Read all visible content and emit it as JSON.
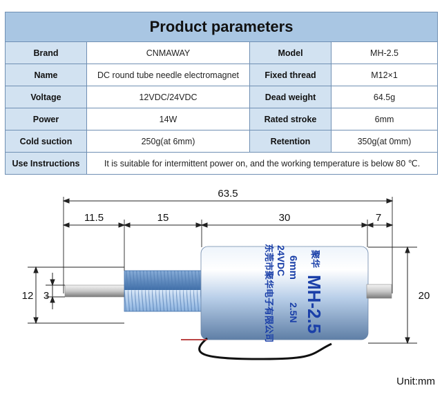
{
  "title": "Product parameters",
  "rows": [
    {
      "l1": "Brand",
      "v1": "CNMAWAY",
      "l2": "Model",
      "v2": "MH-2.5"
    },
    {
      "l1": "Name",
      "v1": "DC round tube needle electromagnet",
      "l2": "Fixed thread",
      "v2": "M12×1"
    },
    {
      "l1": "Voltage",
      "v1": "12VDC/24VDC",
      "l2": "Dead weight",
      "v2": "64.5g"
    },
    {
      "l1": "Power",
      "v1": "14W",
      "l2": "Rated stroke",
      "v2": "6mm"
    },
    {
      "l1": "Cold suction",
      "v1": "250g(at 6mm)",
      "l2": "Retention",
      "v2": "350g(at 0mm)"
    }
  ],
  "instructions": {
    "label": "Use Instructions",
    "text": "It is suitable for intermittent power on, and the working temperature is below 80 ℃."
  },
  "dimensions": {
    "overall": "63.5",
    "d1": "11.5",
    "d2": "15",
    "d3": "30",
    "d4": "7",
    "h_body": "20",
    "h_thread": "12",
    "h_shaft": "3"
  },
  "product_label": {
    "model": "MH-2.5",
    "voltage": "24VDC",
    "stroke": "6mm",
    "force": "2.5N",
    "brand_cn": "聚华",
    "company_cn": "东莞市聚华电子有限公司"
  },
  "unit": "Unit:mm",
  "colors": {
    "header_bg": "#a9c6e3",
    "label_bg": "#d2e2f1",
    "border": "#6f8fb3",
    "body_metal": "#cfe0f3",
    "thread_metal": "#8fb4df",
    "print_blue": "#1a3fa8"
  }
}
